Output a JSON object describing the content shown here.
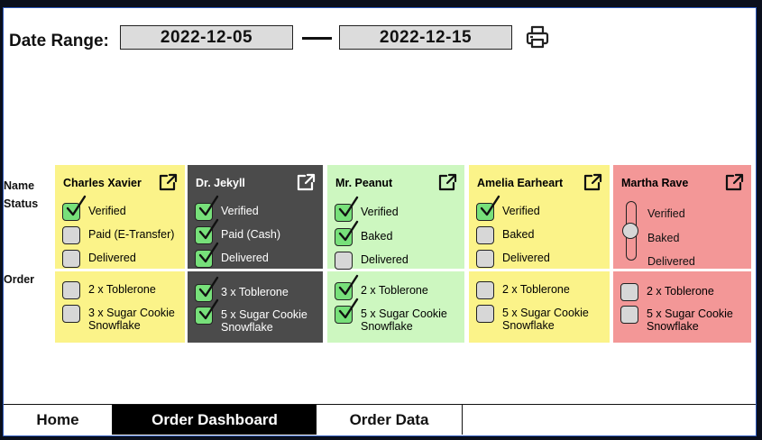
{
  "date_range": {
    "label": "Date Range:",
    "start": "2022-12-05",
    "end": "2022-12-15"
  },
  "row_labels": {
    "name": "Name",
    "status": "Status",
    "order": "Order"
  },
  "customers": [
    {
      "name": "Charles Xavier",
      "statuses": [
        {
          "label": "Verified",
          "checked": true
        },
        {
          "label": "Paid (E-Transfer)",
          "checked": false
        },
        {
          "label": "Delivered",
          "checked": false
        }
      ],
      "orders": [
        {
          "label": "2 x Toblerone",
          "checked": false
        },
        {
          "label": "3 x Sugar Cookie Snowflake",
          "checked": false
        }
      ]
    },
    {
      "name": "Dr. Jekyll",
      "statuses": [
        {
          "label": "Verified",
          "checked": true
        },
        {
          "label": "Paid (Cash)",
          "checked": true
        },
        {
          "label": "Delivered",
          "checked": true
        }
      ],
      "orders": [
        {
          "label": "3 x Toblerone",
          "checked": true
        },
        {
          "label": "5 x Sugar Cookie Snowflake",
          "checked": true
        }
      ]
    },
    {
      "name": "Mr. Peanut",
      "statuses": [
        {
          "label": "Verified",
          "checked": true
        },
        {
          "label": "Baked",
          "checked": true
        },
        {
          "label": "Delivered",
          "checked": false
        }
      ],
      "orders": [
        {
          "label": "2 x Toblerone",
          "checked": true
        },
        {
          "label": "5 x Sugar Cookie Snowflake",
          "checked": true
        }
      ]
    },
    {
      "name": "Amelia Earheart",
      "statuses": [
        {
          "label": "Verified",
          "checked": true
        },
        {
          "label": "Baked",
          "checked": false
        },
        {
          "label": "Delivered",
          "checked": false
        }
      ],
      "orders": [
        {
          "label": "2 x Toblerone",
          "checked": false
        },
        {
          "label": "5 x Sugar Cookie Snowflake",
          "checked": false
        }
      ]
    },
    {
      "name": "Martha Rave",
      "stages": [
        "Verified",
        "Baked",
        "Delivered"
      ],
      "slider_stage": "Baked",
      "orders": [
        {
          "label": "2 x Toblerone",
          "checked": false
        },
        {
          "label": "5 x Sugar Cookie Snowflake",
          "checked": false
        }
      ]
    }
  ],
  "tabs": [
    {
      "label": "Home",
      "active": false
    },
    {
      "label": "Order Dashboard",
      "active": true
    },
    {
      "label": "Order Data",
      "active": false
    }
  ],
  "colors": {
    "card_yellow": "#fbf389",
    "card_dark": "#4b4b4b",
    "card_green": "#cdf7c0",
    "card_red": "#f39797",
    "checkbox_checked": "#77e07a",
    "checkbox_unchecked": "#d7d7d7",
    "active_tab": "#000000"
  },
  "icons": {
    "print": "printer-icon",
    "open": "external-link-icon",
    "check": "check-mark-icon"
  }
}
